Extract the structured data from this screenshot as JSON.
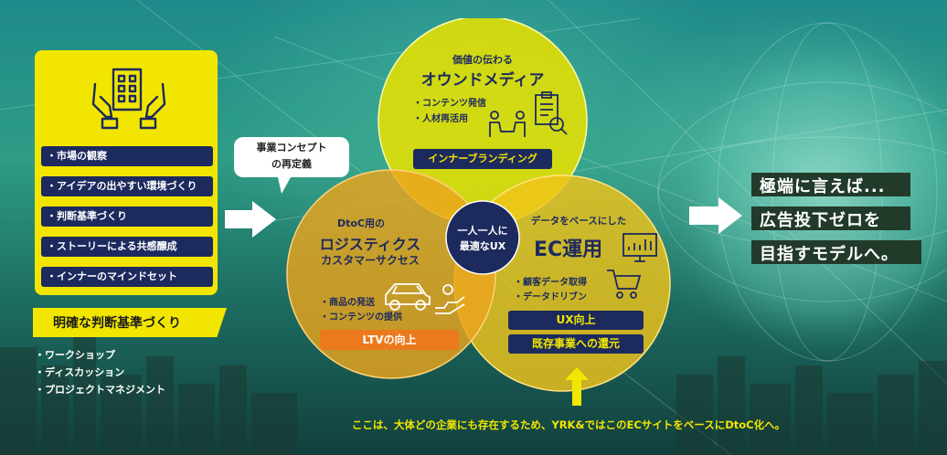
{
  "left_panel": {
    "icon": "hands-holding-building-icon",
    "items": [
      "・市場の観察",
      "・アイデアの出やすい環境づくり",
      "・判断基準づくり",
      "・ストーリーによる共感醸成",
      "・インナーのマインドセット"
    ]
  },
  "judgment": {
    "label": "明確な判断基準づくり",
    "methods": [
      "・ワークショップ",
      "・ディスカッション",
      "・プロジェクトマネジメント"
    ]
  },
  "bubble": {
    "line1": "事業コンセプト",
    "line2": "の再定義"
  },
  "owned_media": {
    "subtitle": "価値の伝わる",
    "title": "オウンドメディア",
    "bullets": [
      "・コンテンツ発信",
      "・人材再活用"
    ],
    "badge": "インナーブランディング",
    "icons": [
      "people-meeting-icon",
      "clipboard-magnifier-icon"
    ]
  },
  "logistics": {
    "subtitle": "DtoC用の",
    "title1": "ロジスティクス",
    "title2": "カスタマーサクセス",
    "bullets": [
      "・商品の発送",
      "・コンテンツの提供"
    ],
    "badge": "LTVの向上",
    "icons": [
      "car-icon",
      "hand-person-icon"
    ]
  },
  "ec": {
    "subtitle": "データをベースにした",
    "title": "EC運用",
    "bullets": [
      "・顧客データ取得",
      "・データドリブン"
    ],
    "badges": [
      "UX向上",
      "既存事業への還元"
    ],
    "icons": [
      "monitor-chart-icon",
      "shopping-cart-icon"
    ]
  },
  "center": {
    "line1": "一人一人に",
    "line2": "最適なUX"
  },
  "right": {
    "lines": [
      "極端に言えば...",
      "広告投下ゼロを",
      "目指すモデルへ。"
    ]
  },
  "bottom_note": "ここは、大体どの企業にも存在するため、YRK&ではこのECサイトをベースにDtoC化へ。",
  "colors": {
    "yellow": "#f2e600",
    "navy": "#1d2a5e",
    "circle_top": "#e6e000",
    "circle_left": "#eaa51c",
    "circle_right": "#f0c31a",
    "badge_orange": "#ec7a1c",
    "teal_bg": "#2e9c86"
  }
}
